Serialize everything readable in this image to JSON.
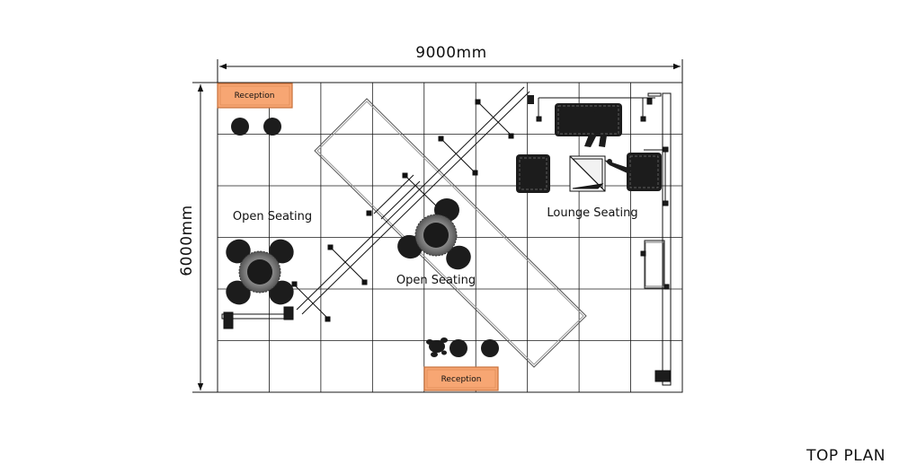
{
  "dimensions": {
    "width": "9000mm",
    "depth": "6000mm"
  },
  "zones": {
    "open_seating_left": "Open Seating",
    "open_seating_center": "Open Seating",
    "lounge_seating": "Lounge Seating"
  },
  "reception": {
    "top_left": "Reception",
    "bottom": "Reception"
  },
  "title": "TOP PLAN",
  "colors": {
    "reception_fill": "#f7a673",
    "reception_stroke": "#c8703a",
    "grid_line": "#1a1a1a",
    "furniture": "#1c1c1c"
  },
  "floor_grid": {
    "columns": 9,
    "rows": 6
  }
}
